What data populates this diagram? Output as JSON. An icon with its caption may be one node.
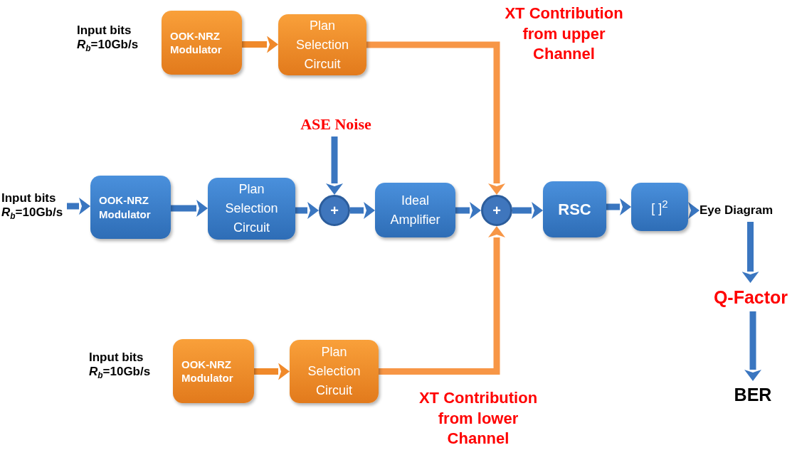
{
  "diagram": {
    "nodes": [
      {
        "text": [
          "OOK-NRZ Modulator"
        ]
      },
      {
        "text": [
          "Plan Selection Circuit"
        ]
      },
      {
        "text": [
          "Input bits *R*$_{b}$=10Gb/s"
        ]
      },
      {
        "text": [
          "OOK-NRZ Modulator"
        ]
      },
      {
        "text": [
          "Plan Selection Circuit"
        ]
      },
      {
        "text": [
          "ASE Noise"
        ]
      },
      {
        "text": [
          "+"
        ]
      },
      {
        "text": [
          "Ideal Amplifier"
        ]
      },
      {
        "text": [
          "+"
        ]
      },
      {
        "text": [
          "RSC"
        ]
      },
      {
        "text": [
          "[ ]$^{2}$"
        ]
      },
      {
        "text": [
          "Eye Diagram"
        ]
      },
      {
        "text": [
          "Q-Factor"
        ]
      },
      {
        "text": [
          "BER"
        ]
      },
      {
        "text": [
          "OOK-NRZ Modulator"
        ]
      },
      {
        "text": [
          "Plan Selection Circuit"
        ]
      }
    ],
    "edges": [
      {
        "from": 0,
        "to": 1,
        "arrow": "to",
        "color": "#f0892a"
      },
      {
        "from": 1,
        "to": 8,
        "arrow": "to",
        "color": "#f79646"
      },
      {
        "from": 2,
        "to": 3,
        "arrow": "to"
      },
      {
        "from": 3,
        "to": 4,
        "arrow": "to"
      },
      {
        "from": 4,
        "to": 6,
        "arrow": "to"
      },
      {
        "from": 5,
        "to": 6,
        "arrow": "to"
      },
      {
        "from": 6,
        "to": 7,
        "arrow": "to"
      },
      {
        "from": 7,
        "to": 8,
        "arrow": "to"
      },
      {
        "from": 8,
        "to": 9,
        "arrow": "to"
      },
      {
        "from": 9,
        "to": 10,
        "arrow": "to"
      },
      {
        "from": 10,
        "to": 11,
        "arrow": "to"
      },
      {
        "from": 11,
        "to": 12,
        "arrow": "to"
      },
      {
        "from": 12,
        "to": 13,
        "arrow": "to"
      },
      {
        "from": 14,
        "to": 15,
        "arrow": "to",
        "color": "#f0892a"
      },
      {
        "from": 15,
        "to": 8,
        "arrow": "to",
        "color": "#f79646"
      }
    ],
    "labels": [
      "Input bits *R*$_{b}$=10Gb/s",
      "Input bits *R*$_{b}$=10Gb/s",
      "XT Contribution from upper Channel",
      "XT Contribution from lower Channel"
    ]
  }
}
